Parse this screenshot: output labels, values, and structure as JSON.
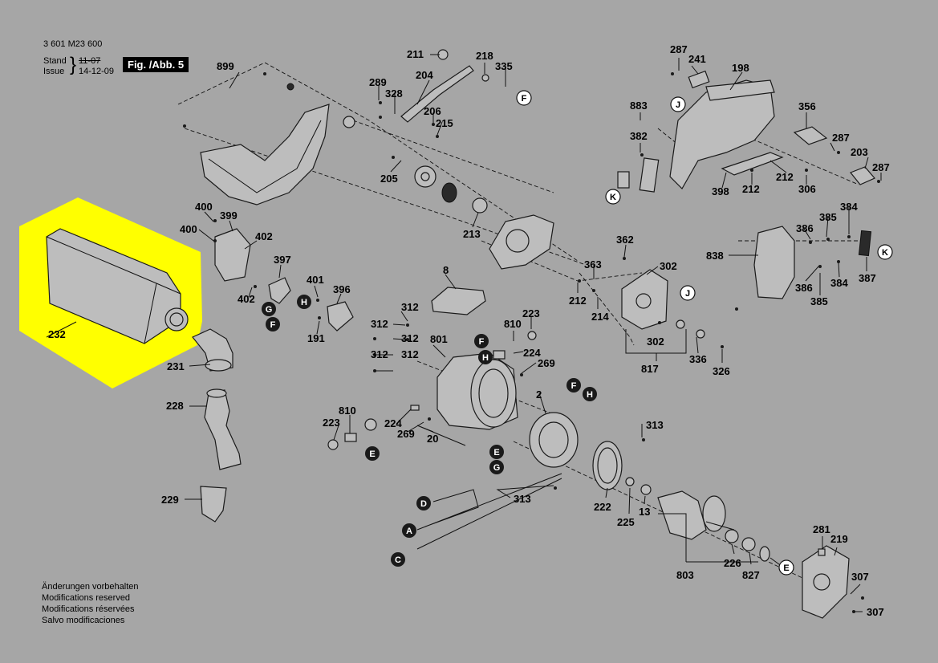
{
  "header": {
    "doc_number": "3 601 M23 600",
    "stand_label": "Stand",
    "issue_label": "Issue",
    "stand_date": "11-07",
    "issue_date": "14-12-09",
    "figure_badge": "Fig. /Abb. 5"
  },
  "notes": [
    "Änderungen vorbehalten",
    "Modifications reserved",
    "Modifications réservées",
    "Salvo modificaciones"
  ],
  "highlight": {
    "part": "232",
    "color": "#ffff00"
  },
  "part_labels": {
    "p899": "899",
    "p211": "211",
    "p218": "218",
    "p335": "335",
    "p204": "204",
    "p289": "289",
    "p328": "328",
    "p206": "206",
    "p215": "215",
    "p205": "205",
    "p213": "213",
    "p287a": "287",
    "p241": "241",
    "p198": "198",
    "p883": "883",
    "p382": "382",
    "p356": "356",
    "p287b": "287",
    "p203": "203",
    "p287c": "287",
    "p212a": "212",
    "p306": "306",
    "p398": "398",
    "p212b": "212",
    "p400a": "400",
    "p399": "399",
    "p400b": "400",
    "p402a": "402",
    "p397": "397",
    "p402b": "402",
    "p401": "401",
    "p396": "396",
    "p191": "191",
    "p232": "232",
    "p231": "231",
    "p8": "8",
    "p312a": "312",
    "p312b": "312",
    "p312c": "312",
    "p312d": "312",
    "p312e": "312",
    "p801": "801",
    "p810a": "810",
    "p223a": "223",
    "p224a": "224",
    "p269a": "269",
    "p362": "362",
    "p363": "363",
    "p302a": "302",
    "p212c": "212",
    "p214": "214",
    "p302b": "302",
    "p336": "336",
    "p326": "326",
    "p817": "817",
    "p838": "838",
    "p386a": "386",
    "p385a": "385",
    "p384a": "384",
    "p387": "387",
    "p386b": "386",
    "p384b": "384",
    "p385b": "385",
    "p228": "228",
    "p229": "229",
    "p810b": "810",
    "p223b": "223",
    "p224b": "224",
    "p269b": "269",
    "p20": "20",
    "p2": "2",
    "p313a": "313",
    "p313b": "313",
    "p222": "222",
    "p225": "225",
    "p13": "13",
    "p803": "803",
    "p226": "226",
    "p827": "827",
    "p281": "281",
    "p219": "219",
    "p307a": "307",
    "p307b": "307"
  },
  "callouts": {
    "F1": "F",
    "J1": "J",
    "K1": "K",
    "J2": "J",
    "K2": "K",
    "G1": "G",
    "H1": "H",
    "F2": "F",
    "F3": "F",
    "H2": "H",
    "F4": "F",
    "H3": "H",
    "E1": "E",
    "E2": "E",
    "G2": "G",
    "D": "D",
    "A": "A",
    "C": "C",
    "E3": "E"
  }
}
